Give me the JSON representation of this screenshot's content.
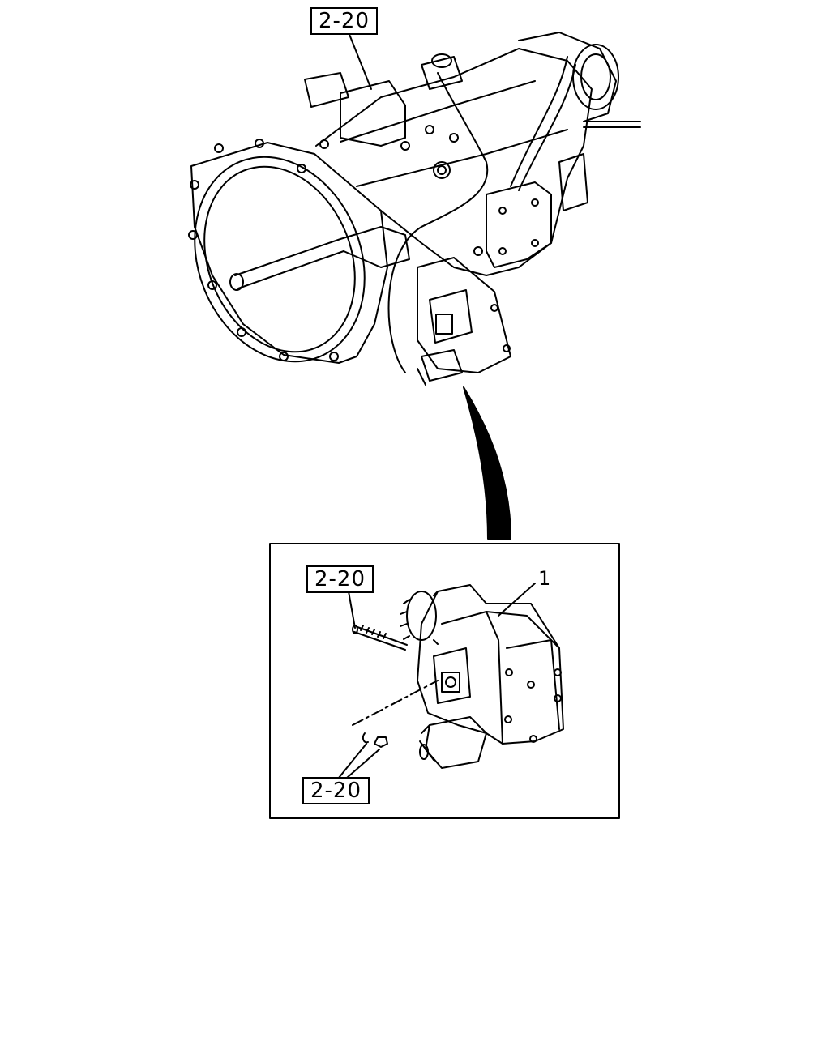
{
  "diagram": {
    "labels": {
      "top_ref": "2-20",
      "bolt_ref": "2-20",
      "nut_ref": "2-20",
      "part_number": "1"
    }
  }
}
